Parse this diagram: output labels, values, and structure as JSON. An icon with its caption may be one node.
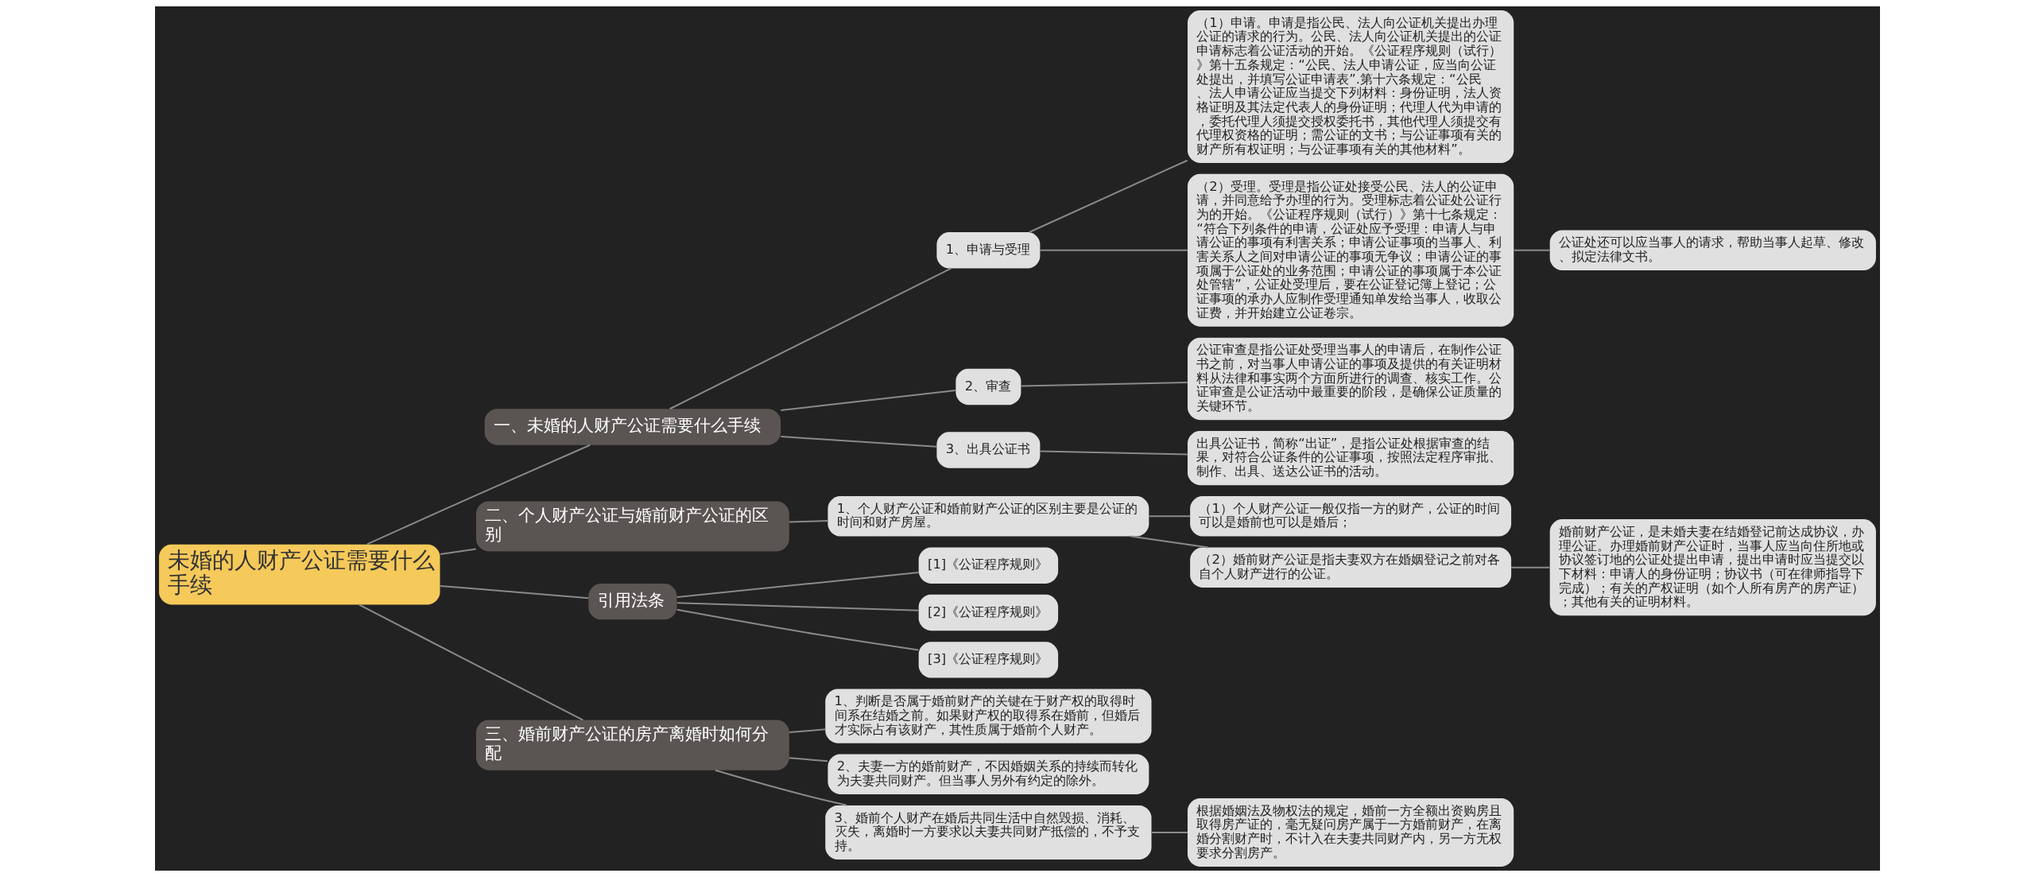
{
  "diagram": {
    "nodes": [
      {
        "text": [
          "未婚的人财产公证需要什么手续"
        ]
      },
      {
        "text": [
          "一、未婚的人财产公证需要什么手续"
        ]
      },
      {
        "text": [
          "1、申请与受理"
        ]
      },
      {
        "text": [
          "（1）申请。申请是指公民、法人向公证机关提出办理公证的请求的行为。公民、法人向公证机关提出的公证申请标志着公证活动的开始。《公证程序规则（试行）》第十五条规定：“公民、法人申请公证，应当向公证处提出，并填写公证申请表”.第十六条规定：“公民、法人申请公证应当提交下列材料：身份证明，法人资格证明及其法定代表人的身份证明；代理人代为申请的，委托代理人须提交授权委托书，其他代理人须提交有代理权资格的证明；需公证的文书；与公证事项有关的财产所有权证明；与公证事项有关的其他材料”。"
        ]
      },
      {
        "text": [
          "（2）受理。受理是指公证处接受公民、法人的公证申请，并同意给予办理的行为。受理标志着公证处公证行为的开始。《公证程序规则（试行）》第十七条规定：“符合下列条件的申请，公证处应予受理：申请人与申请公证的事项有利害关系；申请公证事项的当事人、利害关系人之间对申请公证的事项无争议；申请公证的事项属于公证处的业务范围；申请公证的事项属于本公证处管辖”，公证处受理后，要在公证登记簿上登记；公证事项的承办人应制作受理通知单发给当事人，收取公证费，并开始建立公证卷宗。"
        ]
      },
      {
        "text": [
          "公证处还可以应当事人的请求，帮助当事人起草、修改、拟定法律文书。"
        ]
      },
      {
        "text": [
          "2、审查"
        ]
      },
      {
        "text": [
          "公证审查是指公证处受理当事人的申请后，在制作公证书之前，对当事人申请公证的事项及提供的有关证明材料从法律和事实两个方面所进行的调查、核实工作。公证审查是公证活动中最重要的阶段，是确保公证质量的关键环节。"
        ]
      },
      {
        "text": [
          "3、出具公证书"
        ]
      },
      {
        "text": [
          "出具公证书，简称“出证”，是指公证处根据审查的结果，对符合公证条件的公证事项，按照法定程序审批、制作、出具、送达公证书的活动。"
        ]
      },
      {
        "text": [
          "二、个人财产公证与婚前财产公证的区别"
        ]
      },
      {
        "text": [
          "1、个人财产公证和婚前财产公证的区别主要是公证的时间和财产房屋。"
        ]
      },
      {
        "text": [
          "（1）个人财产公证一般仅指一方的财产，公证的时间可以是婚前也可以是婚后；"
        ]
      },
      {
        "text": [
          "（2）婚前财产公证是指夫妻双方在婚姻登记之前对各自个人财产进行的公证。"
        ]
      },
      {
        "text": [
          "婚前财产公证，是未婚夫妻在结婚登记前达成协议，办理公证。办理婚前财产公证时，当事人应当向住所地或协议签订地的公证处提出申请，提出申请时应当提交以下材料：申请人的身份证明；协议书（可在律师指导下完成）；有关的产权证明（如个人所有房产的房产证）；其他有关的证明材料。"
        ]
      },
      {
        "text": [
          "引用法条"
        ]
      },
      {
        "text": [
          "[1]《公证程序规则》"
        ]
      },
      {
        "text": [
          "[2]《公证程序规则》"
        ]
      },
      {
        "text": [
          "[3]《公证程序规则》"
        ]
      },
      {
        "text": [
          "三、婚前财产公证的房产离婚时如何分配"
        ]
      },
      {
        "text": [
          "1、判断是否属于婚前财产的关键在于财产权的取得时间系在结婚之前。如果财产权的取得系在婚前，但婚后才实际占有该财产，其性质属于婚前个人财产。"
        ]
      },
      {
        "text": [
          "2、夫妻一方的婚前财产，不因婚姻关系的持续而转化为夫妻共同财产。但当事人另外有约定的除外。"
        ]
      },
      {
        "text": [
          "3、婚前个人财产在婚后共同生活中自然毁损、消耗、灭失，离婚时一方要求以夫妻共同财产抵偿的，不予支持。"
        ]
      },
      {
        "text": [
          "根据婚姻法及物权法的规定，婚前一方全额出资购房且取得房产证的，毫无疑问房产属于一方婚前财产，在离婚分割财产时，不计入在夫妻共同财产内，另一方无权要求分割房产。"
        ]
      }
    ],
    "edges": [
      {
        "from": 0,
        "to": 1,
        "arrow": "none"
      },
      {
        "from": 1,
        "to": 2,
        "arrow": "none"
      },
      {
        "from": 2,
        "to": 3,
        "arrow": "none"
      },
      {
        "from": 2,
        "to": 4,
        "arrow": "none"
      },
      {
        "from": 4,
        "to": 5,
        "arrow": "none"
      },
      {
        "from": 1,
        "to": 6,
        "arrow": "none"
      },
      {
        "from": 6,
        "to": 7,
        "arrow": "none"
      },
      {
        "from": 1,
        "to": 8,
        "arrow": "none"
      },
      {
        "from": 8,
        "to": 9,
        "arrow": "none"
      },
      {
        "from": 0,
        "to": 10,
        "arrow": "none"
      },
      {
        "from": 10,
        "to": 11,
        "arrow": "none"
      },
      {
        "from": 11,
        "to": 12,
        "arrow": "none"
      },
      {
        "from": 11,
        "to": 13,
        "arrow": "none"
      },
      {
        "from": 13,
        "to": 14,
        "arrow": "none"
      },
      {
        "from": 0,
        "to": 15,
        "arrow": "none"
      },
      {
        "from": 15,
        "to": 16,
        "arrow": "none"
      },
      {
        "from": 15,
        "to": 17,
        "arrow": "none"
      },
      {
        "from": 15,
        "to": 18,
        "arrow": "none"
      },
      {
        "from": 0,
        "to": 19,
        "arrow": "none"
      },
      {
        "from": 19,
        "to": 20,
        "arrow": "none"
      },
      {
        "from": 19,
        "to": 21,
        "arrow": "none"
      },
      {
        "from": 19,
        "to": 22,
        "arrow": "none"
      },
      {
        "from": 22,
        "to": 23,
        "arrow": "none"
      }
    ]
  }
}
